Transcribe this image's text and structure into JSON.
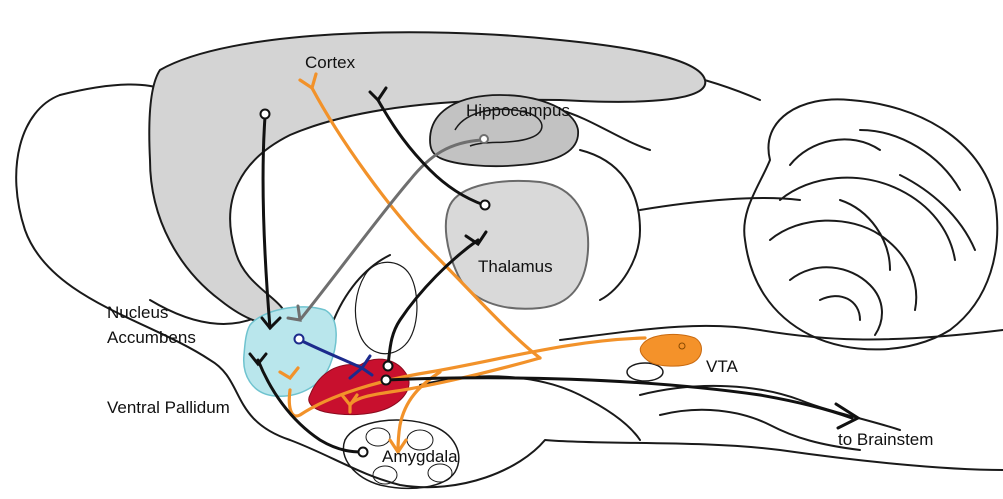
{
  "labels": {
    "cortex": "Cortex",
    "hippocampus": "Hippocampus",
    "thalamus": "Thalamus",
    "nucleus_accumbens_line1": "Nucleus",
    "nucleus_accumbens_line2": "Accumbens",
    "ventral_pallidum": "Ventral Pallidum",
    "vta": "VTA",
    "to_brainstem": "to Brainstem",
    "amygdala": "Amygdala"
  },
  "colors": {
    "outline": "#1a1a1a",
    "cortex_fill": "#d4d4d4",
    "hippocampus_fill": "#c2c2c2",
    "thalamus_fill": "#d9d9d9",
    "accumbens_fill": "#b9e6ec",
    "ventral_pallidum_fill": "#c8102e",
    "vta_fill": "#f4922a",
    "dopamine_pathway": "#f2922a",
    "black_pathway": "#111111",
    "gray_pathway": "#6f6f6f",
    "blue_pathway": "#1c2a8c"
  },
  "icons": {
    "arrowhead": "arrow-right-icon",
    "synapse": "fork-icon",
    "cell_body": "circle-icon"
  }
}
